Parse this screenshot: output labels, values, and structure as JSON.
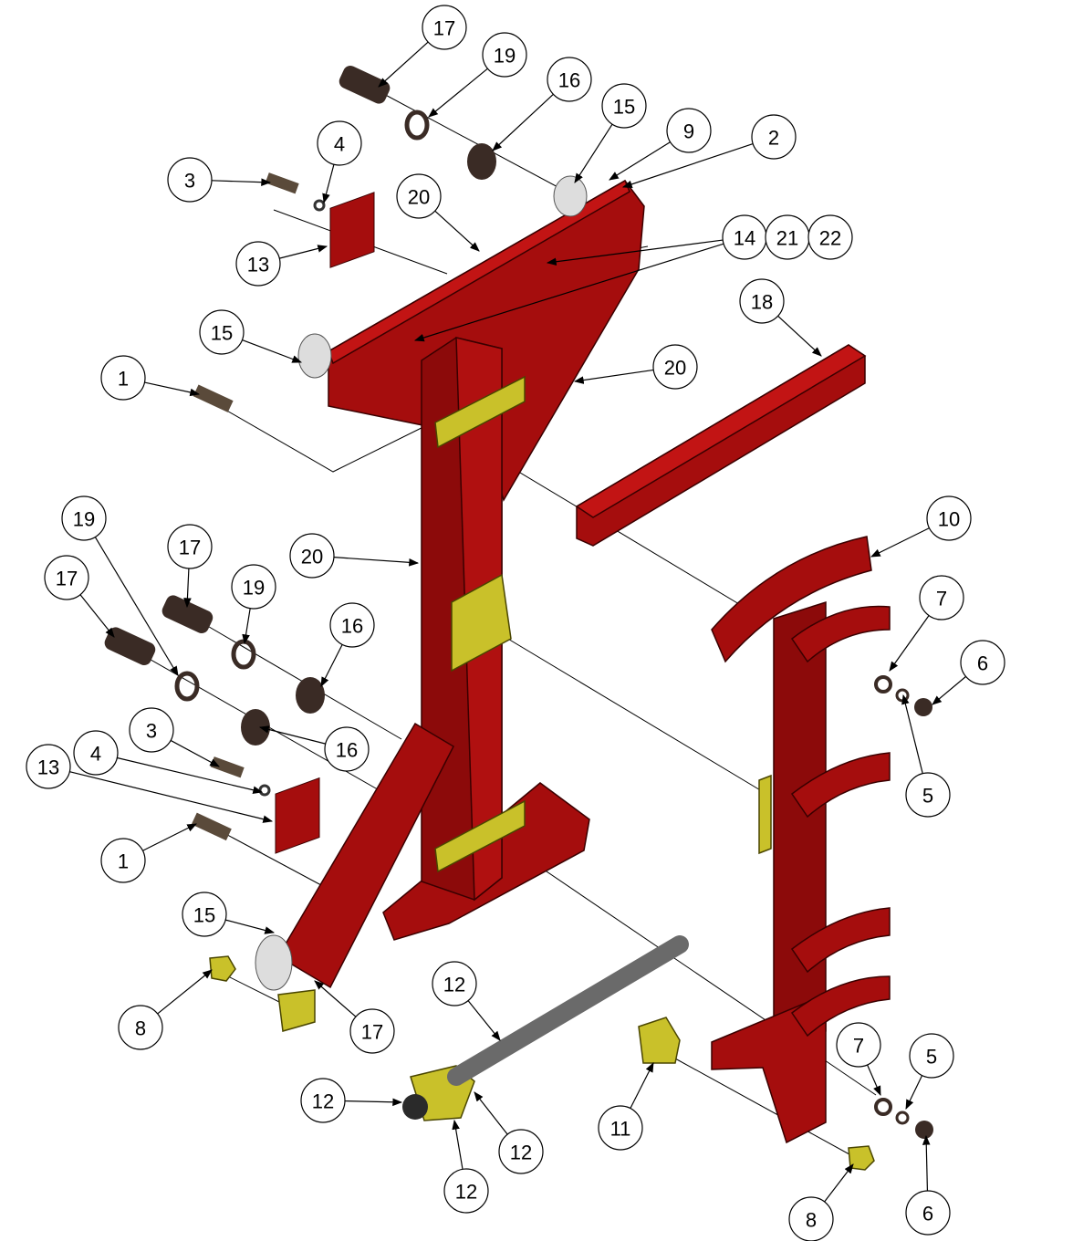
{
  "diagram": {
    "type": "exploded-assembly",
    "colors": {
      "frame_red": "#a50d0d",
      "frame_dark": "#5e0606",
      "plate_yellow": "#c9c12a",
      "rod_gray": "#6a6a6a",
      "hardware_dark": "#3a2b25"
    },
    "balloons": [
      "17",
      "19",
      "16",
      "15",
      "9",
      "2",
      "4",
      "3",
      "20",
      "14",
      "21",
      "22",
      "13",
      "18",
      "15",
      "20",
      "1",
      "19",
      "10",
      "17",
      "20",
      "19",
      "17",
      "7",
      "16",
      "6",
      "3",
      "4",
      "13",
      "16",
      "5",
      "1",
      "15",
      "12",
      "8",
      "17",
      "7",
      "5",
      "12",
      "11",
      "12",
      "12",
      "8",
      "6"
    ]
  }
}
